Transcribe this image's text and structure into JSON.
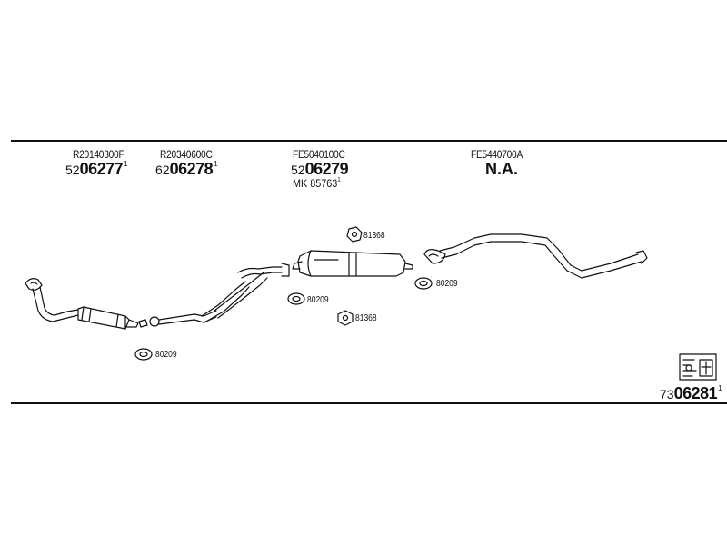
{
  "sections": [
    {
      "code": "R20140300F",
      "num_prefix": "52",
      "num_main": "06277",
      "num_sup": "1"
    },
    {
      "code": "R20340600C",
      "num_prefix": "62",
      "num_main": "06278",
      "num_sup": "1"
    },
    {
      "code": "FE5040100C",
      "num_prefix": "52",
      "num_main": "06279",
      "num_sup": "",
      "mk_text": "MK 85763",
      "mk_sup": "1"
    },
    {
      "code": "FE5440700A",
      "na_text": "N.A."
    }
  ],
  "part_labels": {
    "nut_top": "81368",
    "nut_bottom": "81368",
    "gasket_left": "80209",
    "gasket_mid": "80209",
    "gasket_right": "80209"
  },
  "footer": {
    "num_prefix": "73",
    "num_main": "06281",
    "num_sup": "1",
    "icon": "vehicle-identification-icon"
  }
}
